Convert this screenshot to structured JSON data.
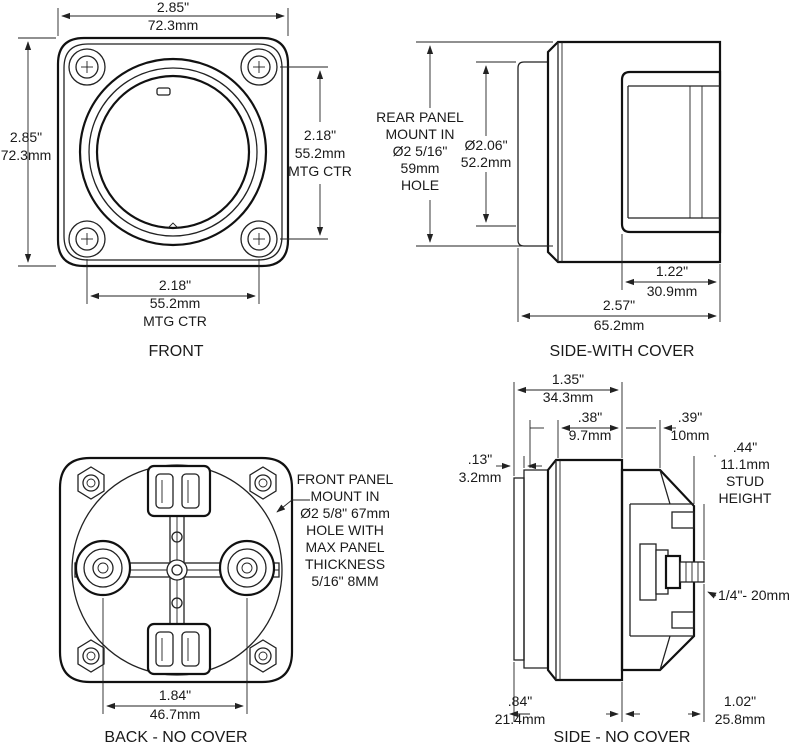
{
  "views": {
    "front": {
      "caption": "FRONT",
      "width_in": "2.85\"",
      "width_mm": "72.3mm",
      "height_in": "2.85\"",
      "height_mm": "72.3mm",
      "mtg_v_in": "2.18\"",
      "mtg_v_mm": "55.2mm",
      "mtg_v_label": "MTG CTR",
      "mtg_h_in": "2.18\"",
      "mtg_h_mm": "55.2mm",
      "mtg_h_label": "MTG CTR"
    },
    "side_cover": {
      "caption": "SIDE-WITH COVER",
      "rear_note": [
        "REAR PANEL",
        "MOUNT IN",
        "Ø2 5/16\"",
        "59mm",
        "HOLE"
      ],
      "dia_in": "Ø2.06\"",
      "dia_mm": "52.2mm",
      "depth_in": "1.22\"",
      "depth_mm": "30.9mm",
      "total_in": "2.57\"",
      "total_mm": "65.2mm"
    },
    "back": {
      "caption": "BACK - NO COVER",
      "front_note": [
        "FRONT PANEL",
        "MOUNT IN",
        "Ø2 5/8\"  67mm",
        "HOLE WITH",
        "MAX PANEL",
        "THICKNESS",
        "5/16\" 8MM"
      ],
      "stud_in": "1.84\"",
      "stud_mm": "46.7mm"
    },
    "side_nocover": {
      "caption": "SIDE - NO COVER",
      "d1_in": "1.35\"",
      "d1_mm": "34.3mm",
      "d2_in": ".38\"",
      "d2_mm": "9.7mm",
      "d3_in": ".39\"",
      "d3_mm": "10mm",
      "d4_in": ".13\"",
      "d4_mm": "3.2mm",
      "stud_note": [
        ".44\"",
        "11.1mm",
        "STUD",
        "HEIGHT"
      ],
      "thread": "1/4\"- 20mm",
      "d5_in": ".84\"",
      "d5_mm": "21.4mm",
      "d6_in": "1.02\"",
      "d6_mm": "25.8mm"
    }
  }
}
